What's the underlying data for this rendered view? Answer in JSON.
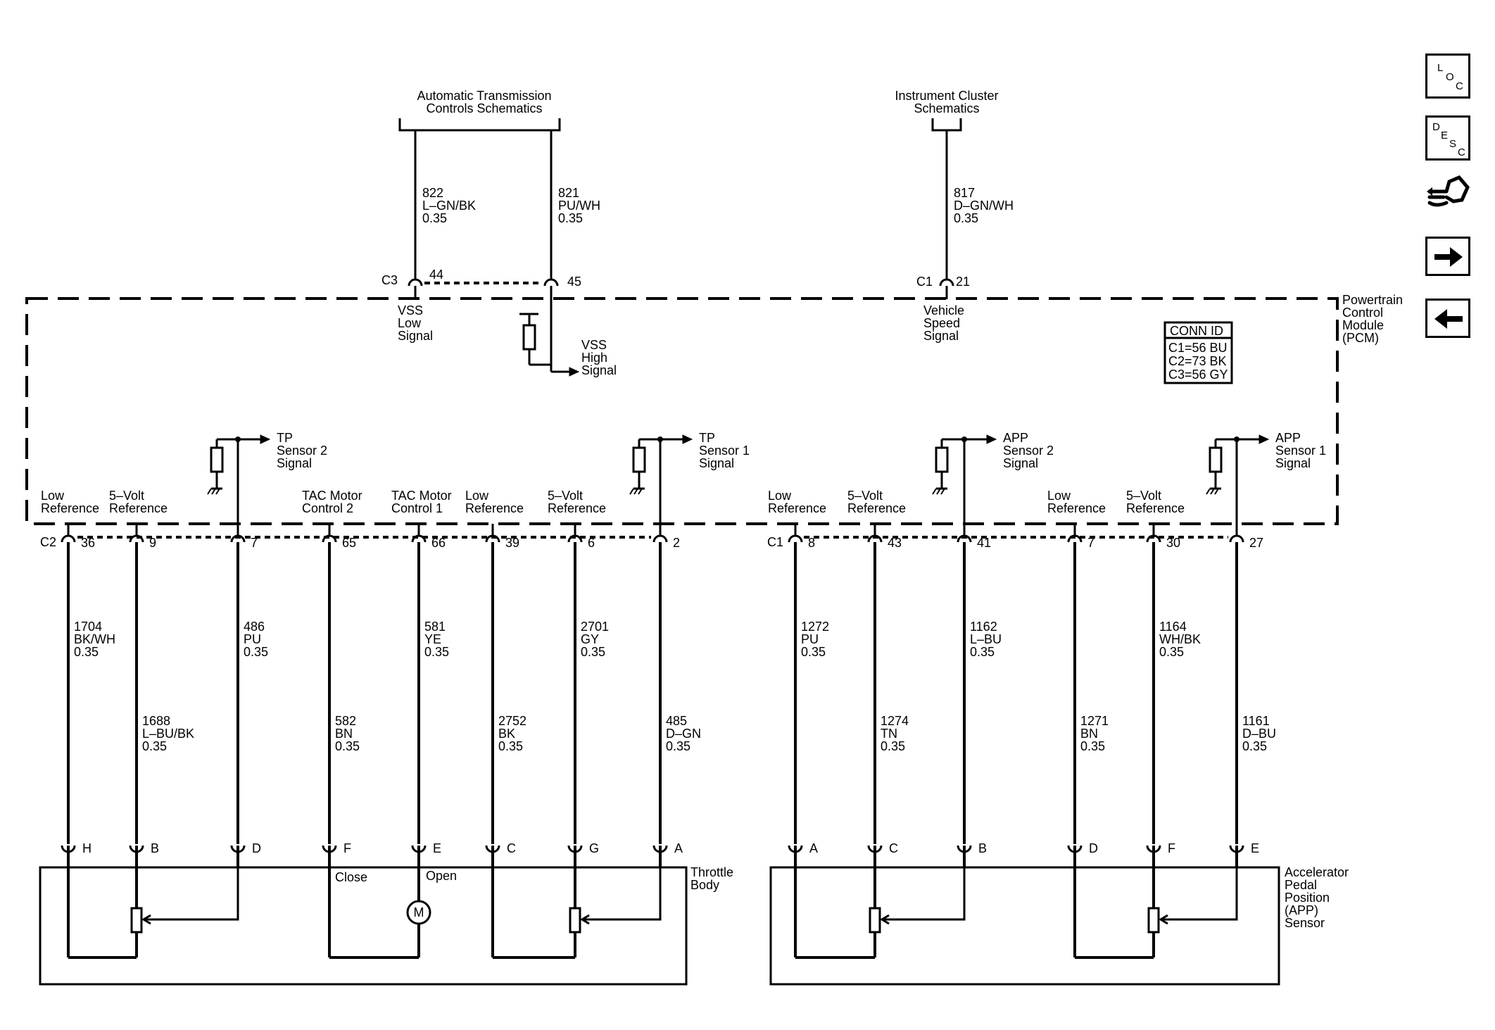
{
  "sources": {
    "transmission": [
      "Automatic Transmission",
      "Controls Schematics"
    ],
    "cluster": [
      "Instrument Cluster",
      "Schematics"
    ]
  },
  "upper_wires": [
    {
      "circuit": "822",
      "color": "L–GN/BK",
      "gauge": "0.35"
    },
    {
      "circuit": "821",
      "color": "PU/WH",
      "gauge": "0.35"
    },
    {
      "circuit": "817",
      "color": "D–GN/WH",
      "gauge": "0.35"
    }
  ],
  "upper_pins": {
    "c3": "C3",
    "p44": "44",
    "p45": "45",
    "c1": "C1",
    "p21": "21"
  },
  "pcm_signals": {
    "vss_low": [
      "VSS",
      "Low",
      "Signal"
    ],
    "vss_high": [
      "VSS",
      "High",
      "Signal"
    ],
    "vehicle_speed": [
      "Vehicle",
      "Speed",
      "Signal"
    ],
    "tp2": [
      "TP",
      "Sensor 2",
      "Signal"
    ],
    "tp1": [
      "TP",
      "Sensor 1",
      "Signal"
    ],
    "app2": [
      "APP",
      "Sensor 2",
      "Signal"
    ],
    "app1": [
      "APP",
      "Sensor 1",
      "Signal"
    ]
  },
  "module_label": [
    "Powertrain",
    "Control",
    "Module",
    "(PCM)"
  ],
  "conn_id": {
    "title": "CONN ID",
    "rows": [
      "C1=56 BU",
      "C2=73 BK",
      "C3=56 GY"
    ]
  },
  "lower_connectors": {
    "left": "C2",
    "right": "C1"
  },
  "left_columns": [
    {
      "label": [
        "Low",
        "Reference"
      ],
      "pin": "36",
      "circuit": "1704",
      "color": "BK/WH",
      "gauge": "0.35",
      "terminal": "H"
    },
    {
      "label": [
        "5–Volt",
        "Reference"
      ],
      "pin": "9",
      "circuit": "1688",
      "color": "L–BU/BK",
      "gauge": "0.35",
      "terminal": "B"
    },
    {
      "label": [
        "",
        ""
      ],
      "pin": "7",
      "circuit": "486",
      "color": "PU",
      "gauge": "0.35",
      "terminal": "D"
    },
    {
      "label": [
        "TAC Motor",
        "Control 2"
      ],
      "pin": "65",
      "circuit": "582",
      "color": "BN",
      "gauge": "0.35",
      "terminal": "F"
    },
    {
      "label": [
        "TAC Motor",
        "Control 1"
      ],
      "pin": "66",
      "circuit": "581",
      "color": "YE",
      "gauge": "0.35",
      "terminal": "E"
    },
    {
      "label": [
        "Low",
        "Reference"
      ],
      "pin": "39",
      "circuit": "2752",
      "color": "BK",
      "gauge": "0.35",
      "terminal": "C"
    },
    {
      "label": [
        "5–Volt",
        "Reference"
      ],
      "pin": "6",
      "circuit": "2701",
      "color": "GY",
      "gauge": "0.35",
      "terminal": "G"
    },
    {
      "label": [
        "",
        ""
      ],
      "pin": "2",
      "circuit": "485",
      "color": "D–GN",
      "gauge": "0.35",
      "terminal": "A"
    }
  ],
  "right_columns": [
    {
      "label": [
        "Low",
        "Reference"
      ],
      "pin": "8",
      "circuit": "1272",
      "color": "PU",
      "gauge": "0.35",
      "terminal": "A"
    },
    {
      "label": [
        "5–Volt",
        "Reference"
      ],
      "pin": "43",
      "circuit": "1274",
      "color": "TN",
      "gauge": "0.35",
      "terminal": "C"
    },
    {
      "label": [
        "",
        ""
      ],
      "pin": "41",
      "circuit": "1162",
      "color": "L–BU",
      "gauge": "0.35",
      "terminal": "B"
    },
    {
      "label": [
        "Low",
        "Reference"
      ],
      "pin": "7",
      "circuit": "1271",
      "color": "BN",
      "gauge": "0.35",
      "terminal": "D"
    },
    {
      "label": [
        "5–Volt",
        "Reference"
      ],
      "pin": "30",
      "circuit": "1164",
      "color": "WH/BK",
      "gauge": "0.35",
      "terminal": "F"
    },
    {
      "label": [
        "",
        ""
      ],
      "pin": "27",
      "circuit": "1161",
      "color": "D–BU",
      "gauge": "0.35",
      "terminal": "E"
    }
  ],
  "components": {
    "throttle": [
      "Throttle",
      "Body"
    ],
    "app": [
      "Accelerator",
      "Pedal",
      "Position",
      "(APP)",
      "Sensor"
    ],
    "close": "Close",
    "open": "Open",
    "motor": "M"
  },
  "nav": {
    "loc": [
      "L",
      "O",
      "C"
    ],
    "desc": [
      "D",
      "E",
      "S",
      "C"
    ]
  }
}
